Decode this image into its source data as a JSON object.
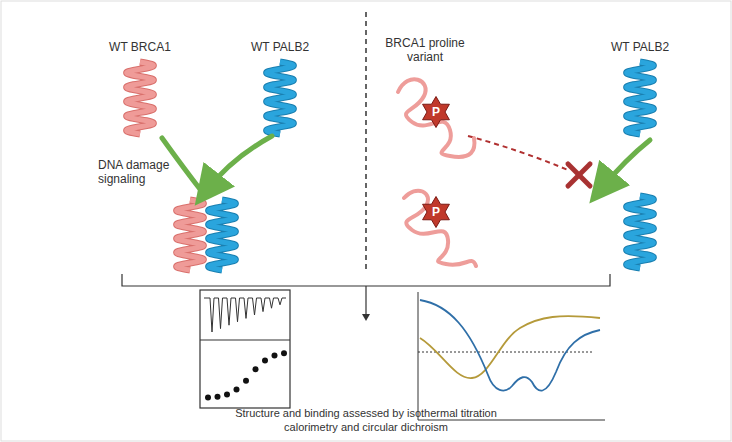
{
  "diagram": {
    "caption": "Structure and binding assessed by isothermal titration calorimetry and circular dichroism",
    "nodes": [
      {
        "text": [
          "P"
        ]
      },
      {
        "text": [
          "P"
        ]
      }
    ],
    "labels": [
      "WT BRCA1",
      "WT PALB2",
      "DNA damage signaling",
      "BRCA1 proline variant",
      "WT PALB2"
    ]
  }
}
